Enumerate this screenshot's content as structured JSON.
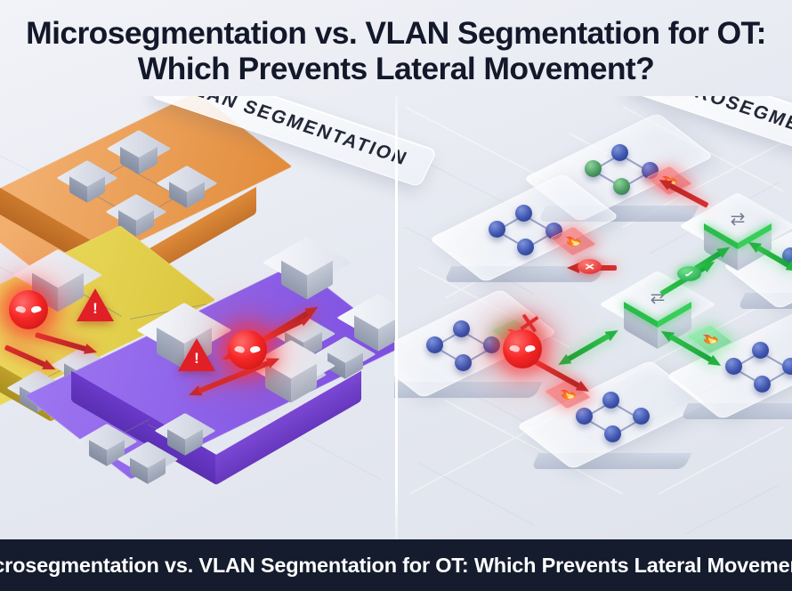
{
  "title": {
    "line1": "Microsegmentation vs. VLAN Segmentation for OT:",
    "line2": "Which Prevents Lateral Movement?"
  },
  "caption_bar": {
    "text": "Microsegmentation vs. VLAN Segmentation for OT: Which Prevents Lateral Movement?"
  },
  "panels": {
    "left": {
      "label": "VLAN SEGMENTATION",
      "zones": [
        {
          "name": "orange-vlan-zone",
          "color": "#e79343"
        },
        {
          "name": "yellow-vlan-zone",
          "color": "#dcc63f"
        },
        {
          "name": "purple-vlan-zone",
          "color": "#7e4fe0"
        }
      ],
      "threat_indicators": [
        "malware-orb",
        "warning-triangle",
        "lateral-movement-arrow"
      ]
    },
    "right": {
      "label": "MICROSEGMENTATION",
      "segments": [
        "segment-pod-1",
        "segment-pod-2",
        "segment-pod-3",
        "segment-pod-4",
        "segment-pod-5"
      ],
      "policy_nodes": [
        "policy-enforcement-node-1",
        "policy-enforcement-node-2"
      ],
      "badges": {
        "deny": "✕",
        "allow": "✓"
      },
      "firewall_glyph": "🔥"
    }
  },
  "colors": {
    "background": "#e9ebf2",
    "caption_bar": "#141c2d",
    "orange": "#e79343",
    "yellow": "#dcc63f",
    "purple": "#7e4fe0",
    "threat_red": "#d8302f",
    "allow_green": "#23b241",
    "node_blue": "#3f55ae",
    "title_text": "#13182a"
  }
}
